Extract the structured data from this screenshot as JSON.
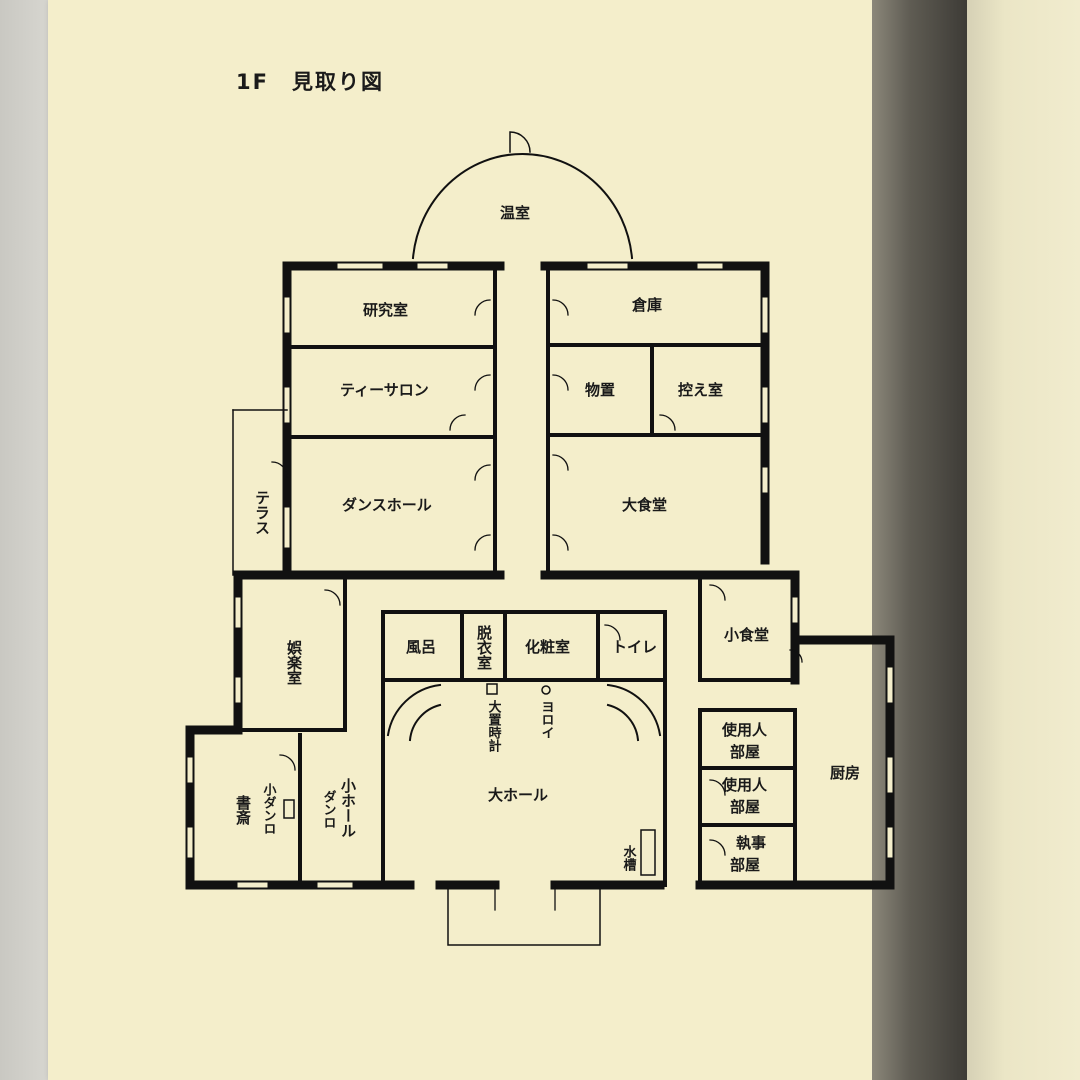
{
  "title": "1F　見取り図",
  "rooms": {
    "greenhouse": "温室",
    "lab": "研究室",
    "storage": "倉庫",
    "tea_salon": "ティーサロン",
    "supplies": "物置",
    "waiting": "控え室",
    "terrace": "テラス",
    "dance_hall": "ダンスホール",
    "dining": "大食堂",
    "small_dining": "小食堂",
    "game_room": "娯楽室",
    "bath": "風呂",
    "dressing": "脱衣室",
    "powder": "化粧室",
    "toilet": "トイレ",
    "great_hall": "大ホール",
    "clock": "大置時計",
    "armor": "ヨロイ",
    "tank": "水槽",
    "servant1": "使用人部屋",
    "servant2": "使用人部屋",
    "butler": "執事部屋",
    "kitchen": "厨房",
    "study": "書斎",
    "small_hall": "小ホール",
    "waiter1": "小ダンロ",
    "waiter2": "ダンロ"
  }
}
